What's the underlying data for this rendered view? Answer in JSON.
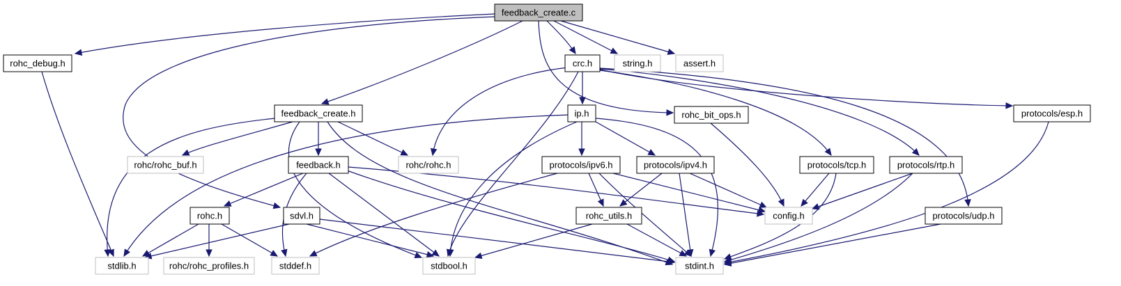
{
  "diagram": {
    "type": "include-dependency-graph",
    "colors": {
      "edge": "#191970",
      "root_fill": "#bfbfbf",
      "documented_border": "#000000",
      "undocumented_border": "#bfbfbf",
      "node_fill": "#ffffff"
    },
    "nodes": [
      {
        "id": "feedback_create_c",
        "label": "feedback_create.c",
        "kind": "root"
      },
      {
        "id": "rohc_debug_h",
        "label": "rohc_debug.h",
        "kind": "documented"
      },
      {
        "id": "crc_h",
        "label": "crc.h",
        "kind": "documented"
      },
      {
        "id": "string_h",
        "label": "string.h",
        "kind": "external"
      },
      {
        "id": "assert_h",
        "label": "assert.h",
        "kind": "external"
      },
      {
        "id": "feedback_create_h",
        "label": "feedback_create.h",
        "kind": "documented"
      },
      {
        "id": "ip_h",
        "label": "ip.h",
        "kind": "documented"
      },
      {
        "id": "rohc_bit_ops_h",
        "label": "rohc_bit_ops.h",
        "kind": "documented"
      },
      {
        "id": "protocols_esp_h",
        "label": "protocols/esp.h",
        "kind": "documented"
      },
      {
        "id": "rohc_rohc_buf_h",
        "label": "rohc/rohc_buf.h",
        "kind": "external"
      },
      {
        "id": "feedback_h",
        "label": "feedback.h",
        "kind": "documented"
      },
      {
        "id": "rohc_rohc_h",
        "label": "rohc/rohc.h",
        "kind": "external"
      },
      {
        "id": "protocols_ipv6_h",
        "label": "protocols/ipv6.h",
        "kind": "documented"
      },
      {
        "id": "protocols_ipv4_h",
        "label": "protocols/ipv4.h",
        "kind": "documented"
      },
      {
        "id": "protocols_tcp_h",
        "label": "protocols/tcp.h",
        "kind": "documented"
      },
      {
        "id": "protocols_rtp_h",
        "label": "protocols/rtp.h",
        "kind": "documented"
      },
      {
        "id": "rohc_h",
        "label": "rohc.h",
        "kind": "documented"
      },
      {
        "id": "sdvl_h",
        "label": "sdvl.h",
        "kind": "documented"
      },
      {
        "id": "rohc_utils_h",
        "label": "rohc_utils.h",
        "kind": "documented"
      },
      {
        "id": "config_h",
        "label": "config.h",
        "kind": "external"
      },
      {
        "id": "protocols_udp_h",
        "label": "protocols/udp.h",
        "kind": "documented"
      },
      {
        "id": "stdlib_h",
        "label": "stdlib.h",
        "kind": "external"
      },
      {
        "id": "rohc_rohc_profiles_h",
        "label": "rohc/rohc_profiles.h",
        "kind": "external"
      },
      {
        "id": "stddef_h",
        "label": "stddef.h",
        "kind": "external"
      },
      {
        "id": "stdbool_h",
        "label": "stdbool.h",
        "kind": "external"
      },
      {
        "id": "stdint_h",
        "label": "stdint.h",
        "kind": "external"
      }
    ]
  }
}
